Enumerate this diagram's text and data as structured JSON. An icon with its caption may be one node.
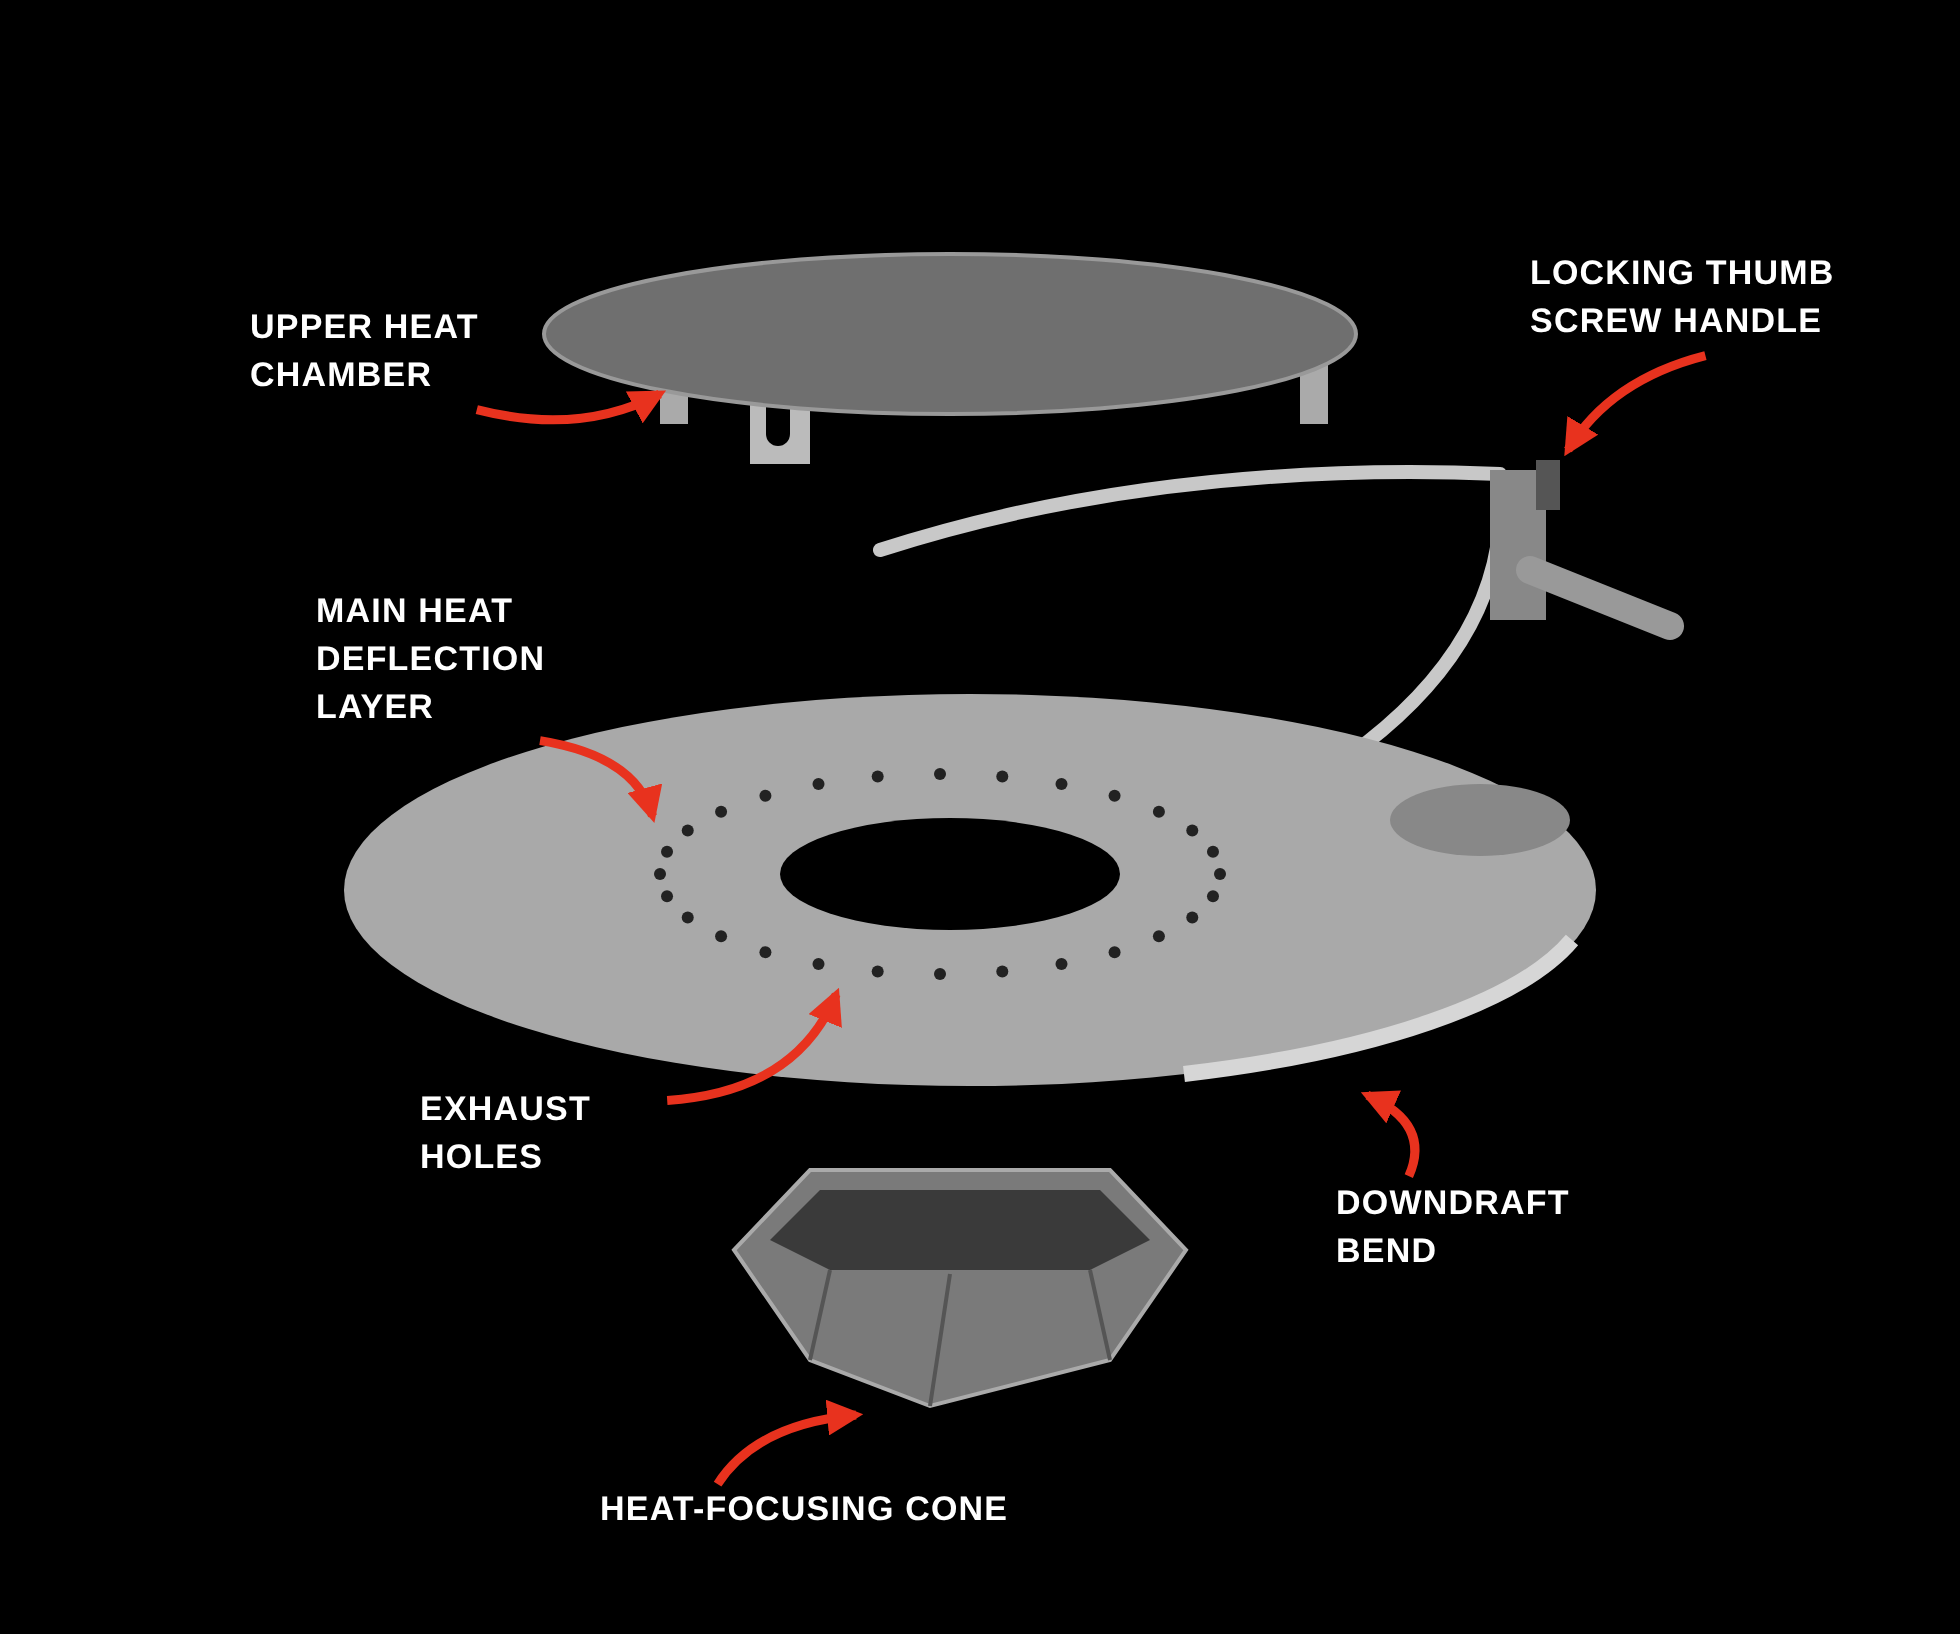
{
  "diagram": {
    "nodes": [
      {
        "text": [
          "UPPER HEAT CHAMBER"
        ]
      },
      {
        "text": [],
        "shape": "picture"
      },
      {
        "text": [
          "LOCKING THUMB SCREW HANDLE"
        ]
      },
      {
        "text": [],
        "shape": "picture"
      },
      {
        "text": [
          "MAIN HEAT DEFLECTION LAYER"
        ]
      },
      {
        "text": [],
        "shape": "picture"
      },
      {
        "text": [],
        "shape": "picture",
        "in": 5
      },
      {
        "text": [
          "EXHAUST HOLES"
        ]
      },
      {
        "text": [],
        "shape": "picture",
        "in": 5
      },
      {
        "text": [
          "DOWNDRAFT BEND"
        ]
      },
      {
        "text": [],
        "shape": "picture"
      },
      {
        "text": [
          "HEAT-FOCUSING CONE"
        ]
      }
    ],
    "edges": [
      {
        "from": 0,
        "to": 1,
        "arrow": "to"
      },
      {
        "from": 2,
        "to": 3,
        "arrow": "to"
      },
      {
        "from": 4,
        "to": 5,
        "arrow": "to"
      },
      {
        "from": 7,
        "to": 6,
        "arrow": "to"
      },
      {
        "from": 9,
        "to": 8,
        "arrow": "to"
      },
      {
        "from": 11,
        "to": 10,
        "arrow": "to"
      }
    ]
  }
}
